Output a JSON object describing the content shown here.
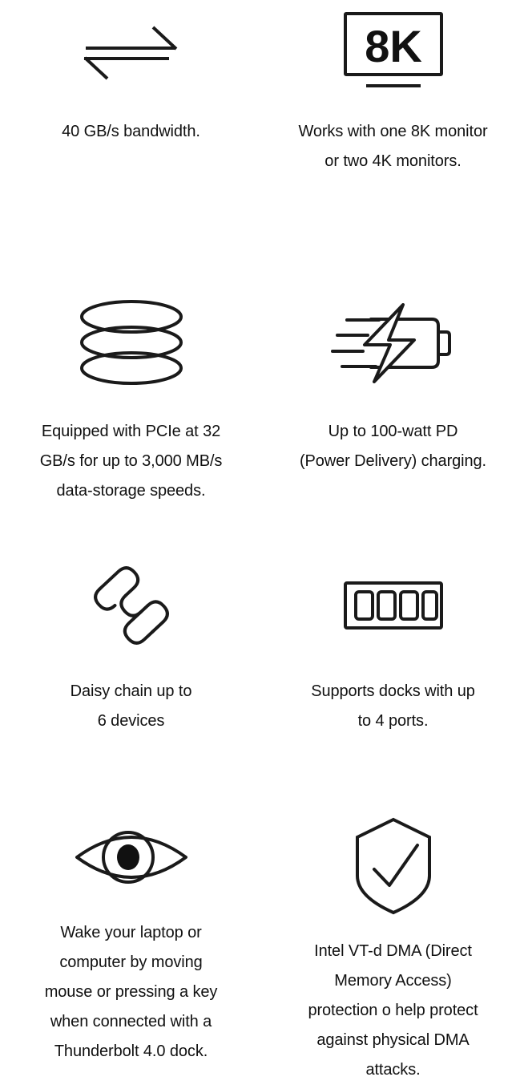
{
  "page": {
    "background_color": "#ffffff",
    "text_color": "#111111",
    "icon_stroke_color": "#1a1a1a",
    "columns": 2,
    "rows": 4
  },
  "features": [
    {
      "icon": "bidirectional-arrows-icon",
      "caption": "40 GB/s bandwidth."
    },
    {
      "icon": "monitor-8k-icon",
      "icon_label": "8K",
      "caption": "Works with one 8K monitor\nor two 4K monitors."
    },
    {
      "icon": "disk-stack-icon",
      "caption": "Equipped with PCIe at 32\nGB/s for up to 3,000 MB/s\ndata-storage speeds."
    },
    {
      "icon": "fast-charging-battery-icon",
      "caption": "Up to 100-watt PD\n(Power Delivery) charging."
    },
    {
      "icon": "chain-link-icon",
      "caption": "Daisy chain up to\n6 devices"
    },
    {
      "icon": "four-ports-dock-icon",
      "caption": "Supports docks with up\nto 4 ports."
    },
    {
      "icon": "eye-icon",
      "caption": "Wake your laptop or\ncomputer by moving\nmouse or pressing a  key\nwhen connected with a\nThunderbolt 4.0 dock."
    },
    {
      "icon": "shield-check-icon",
      "caption": "Intel VT-d DMA (Direct\nMemory Access)\nprotection o help protect\nagainst physical DMA\nattacks."
    }
  ]
}
